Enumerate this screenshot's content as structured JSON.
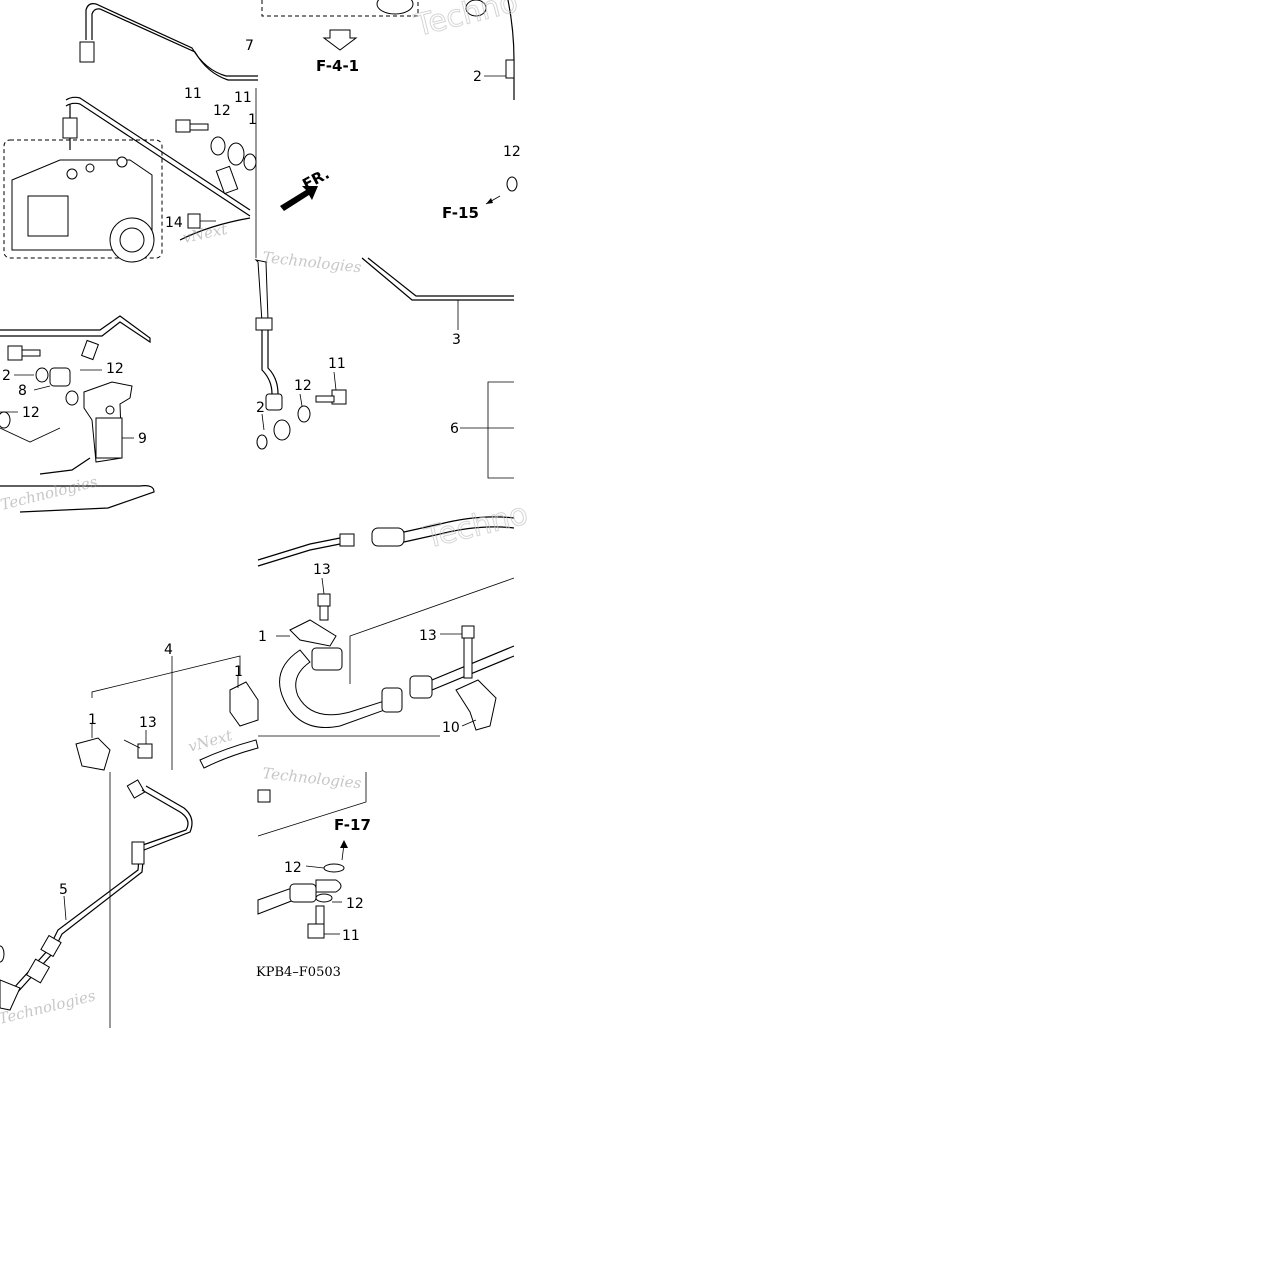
{
  "diagram": {
    "code": "KPB4–F0503",
    "references": {
      "f4_1": "F-4-1",
      "f15": "F-15",
      "f17": "F-17",
      "front": "FR."
    },
    "callouts": {
      "p1": "1",
      "p1b": "1",
      "p1c": "1",
      "p2a": "2",
      "p2b": "2",
      "p2c": "2",
      "p3": "3",
      "p4": "4",
      "p5": "5",
      "p6": "6",
      "p7": "7",
      "p8": "8",
      "p9": "9",
      "p10": "10",
      "p11a": "11",
      "p11b": "11",
      "p11c": "11",
      "p11d": "11",
      "p12a": "12",
      "p12b": "12",
      "p12c": "12",
      "p12d": "12",
      "p12e": "12",
      "p12f": "12",
      "p12g": "12",
      "p13a": "13",
      "p13b": "13",
      "p13c": "13",
      "p14": "14"
    },
    "watermarks": {
      "brand": "vNext",
      "tech": "Technologies",
      "tech_partial": "Techno"
    }
  }
}
